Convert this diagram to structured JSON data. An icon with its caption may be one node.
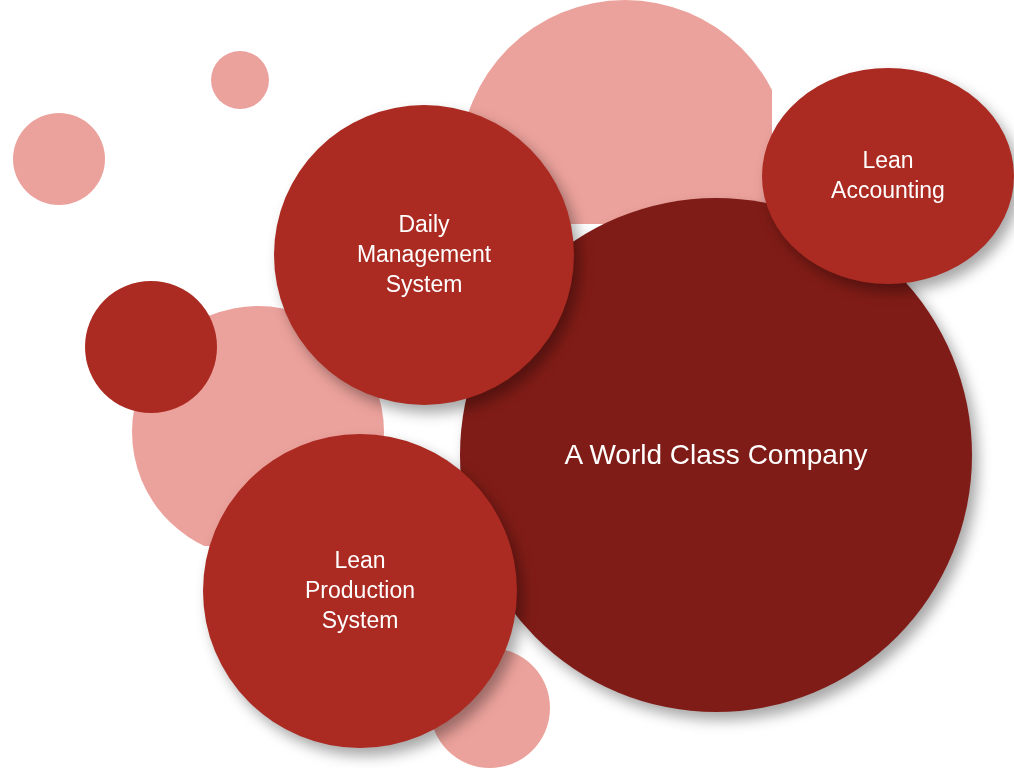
{
  "diagram": {
    "nodes": [
      {
        "text": [
          "Daily Management System"
        ]
      },
      {
        "text": [
          "Lean Accounting"
        ]
      },
      {
        "text": [
          "A World Class Company"
        ]
      },
      {
        "text": [
          "Lean Production System"
        ]
      },
      {
        "text": [],
        "shape": "circle"
      },
      {
        "text": [],
        "shape": "circle"
      },
      {
        "text": [],
        "shape": "circle"
      },
      {
        "text": [],
        "shape": "circle"
      },
      {
        "text": [],
        "shape": "circle"
      },
      {
        "text": [],
        "shape": "circle"
      }
    ]
  }
}
